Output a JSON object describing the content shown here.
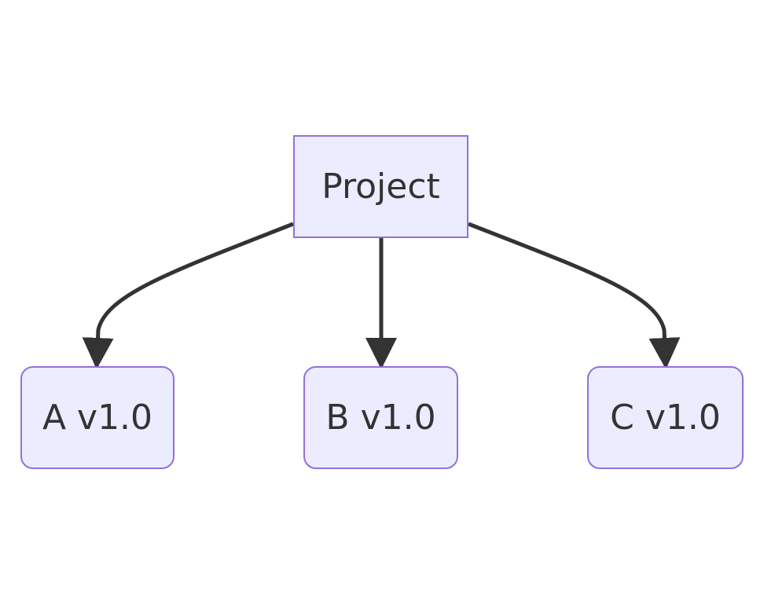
{
  "diagram": {
    "root": {
      "label": "Project"
    },
    "children": [
      {
        "label": "A v1.0"
      },
      {
        "label": "B v1.0"
      },
      {
        "label": "C v1.0"
      }
    ],
    "colors": {
      "node_fill": "#ececff",
      "node_border": "#9370db",
      "edge": "#333333",
      "text": "#333333"
    }
  }
}
